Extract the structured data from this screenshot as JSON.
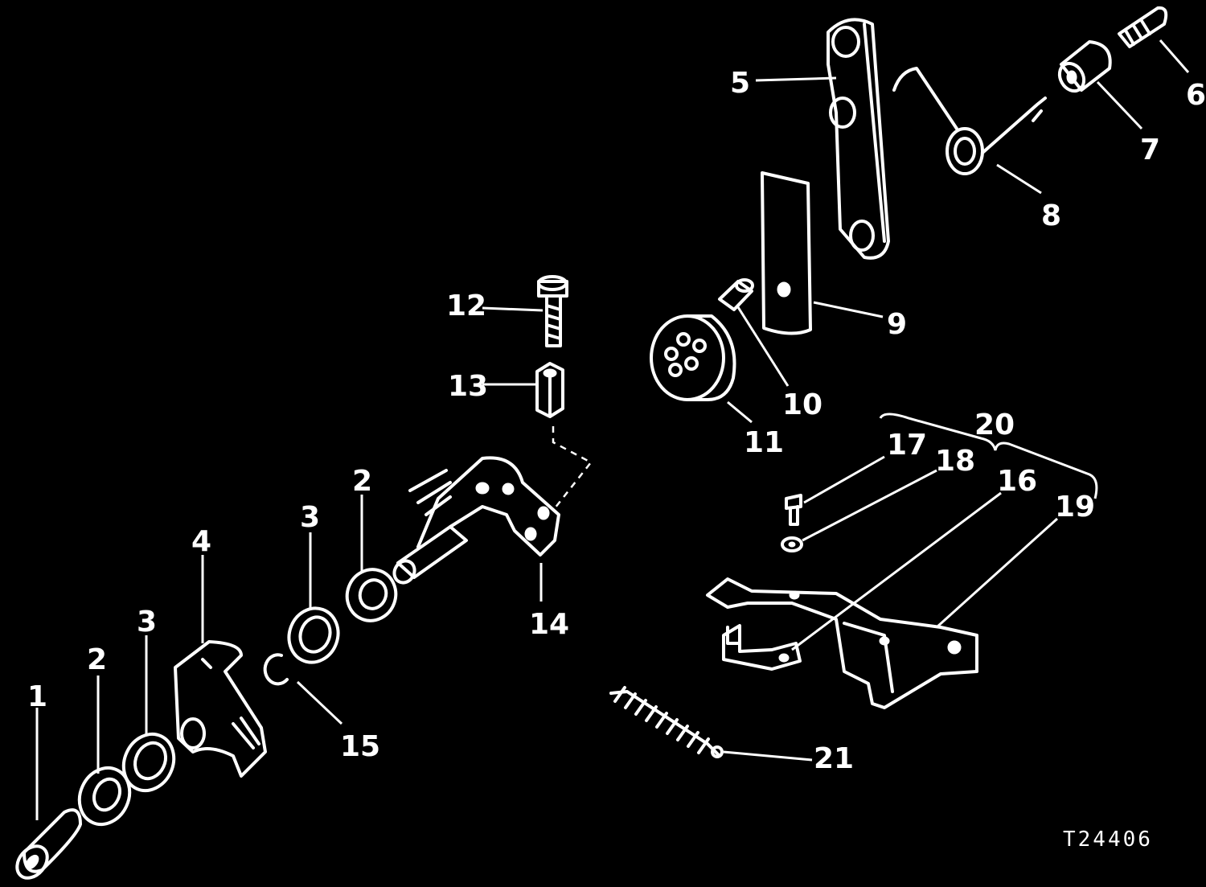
{
  "diagram": {
    "background": "#000000",
    "foreground": "#ffffff",
    "figure_id": "T24406",
    "callouts": {
      "c1": "1",
      "c2a": "2",
      "c2b": "2",
      "c3a": "3",
      "c3b": "3",
      "c4": "4",
      "c5": "5",
      "c6": "6",
      "c7": "7",
      "c8": "8",
      "c9": "9",
      "c10": "10",
      "c11": "11",
      "c12": "12",
      "c13": "13",
      "c14": "14",
      "c15": "15",
      "c16": "16",
      "c17": "17",
      "c18": "18",
      "c19": "19",
      "c20": "20",
      "c21": "21"
    }
  }
}
